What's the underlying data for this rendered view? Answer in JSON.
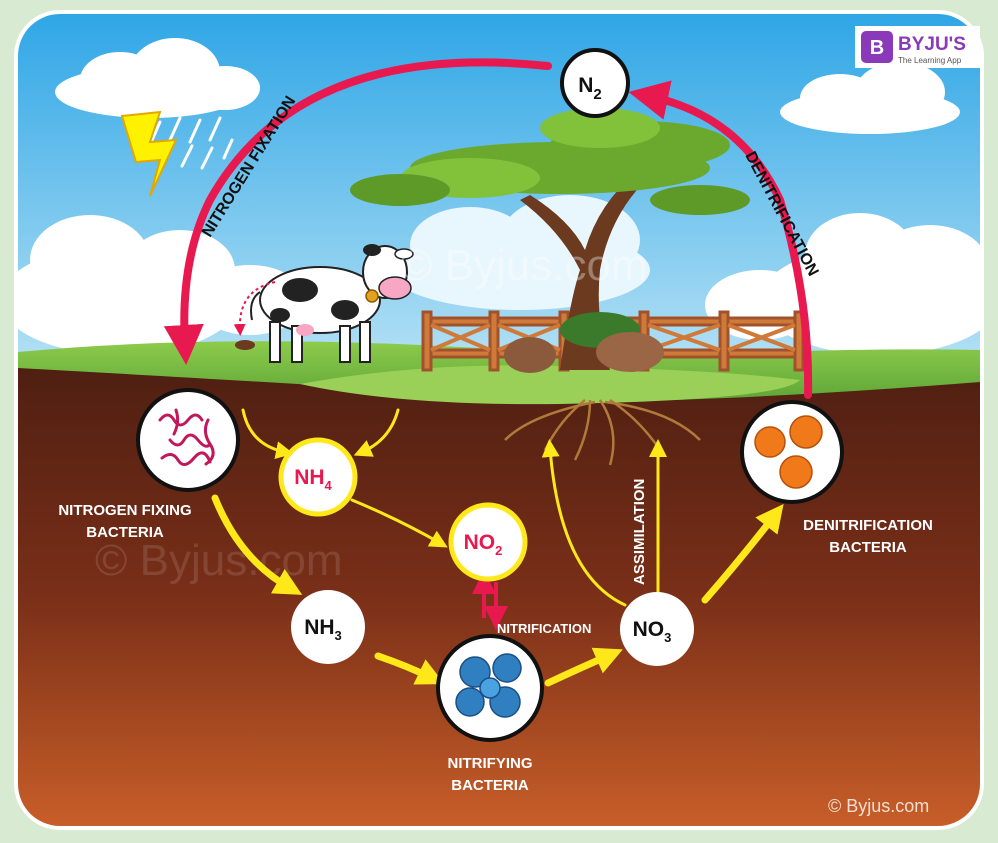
{
  "brand": {
    "name": "BYJU'S",
    "tagline": "The Learning App",
    "logo_letter": "B"
  },
  "watermarks": [
    "© Byjus.com",
    "© Byjus.com"
  ],
  "corner_credit": "© Byjus.com",
  "arrows": {
    "fixation": "NITROGEN FIXATION",
    "denitrification": "DENITRIFICATION",
    "assimilation": "ASSIMILATION",
    "nitrification": "NITRIFICATION"
  },
  "nodes": {
    "n2": {
      "base": "N",
      "sub": "2"
    },
    "nh4": {
      "base": "NH",
      "sub": "4"
    },
    "no2": {
      "base": "NO",
      "sub": "2"
    },
    "nh3": {
      "base": "NH",
      "sub": "3"
    },
    "no3": {
      "base": "NO",
      "sub": "3"
    }
  },
  "labels": {
    "fixing_1": "NITROGEN FIXING",
    "fixing_2": "BACTERIA",
    "nitrifying_1": "NITRIFYING",
    "nitrifying_2": "BACTERIA",
    "denit_1": "DENITRIFICATION",
    "denit_2": "BACTERIA"
  },
  "colors": {
    "sky_top": "#2fa6e6",
    "sky_bottom": "#bfe6f6",
    "grass": "#5ea83a",
    "soil_top": "#5a2414",
    "soil_bottom": "#c25a26",
    "red_arrow": "#e8194f",
    "yellow_arrow": "#ffe81a",
    "nh4_no2_text": "#e8194f"
  }
}
